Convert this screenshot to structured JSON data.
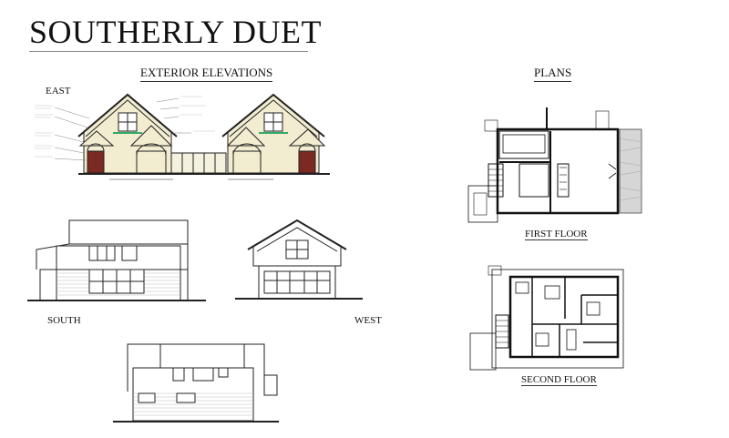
{
  "title": "SOUTHERLY DUET",
  "sections": {
    "elevations_heading": "EXTERIOR ELEVATIONS",
    "plans_heading": "PLANS"
  },
  "labels": {
    "east": "EAST",
    "south": "SOUTH",
    "west": "WEST",
    "first_floor": "FIRST FLOOR",
    "second_floor": "SECOND FLOOR"
  },
  "colors": {
    "siding": "#f2ecd0",
    "door": "#7a2a22",
    "roof_line": "#222222",
    "stone": "#c9c9c9"
  }
}
